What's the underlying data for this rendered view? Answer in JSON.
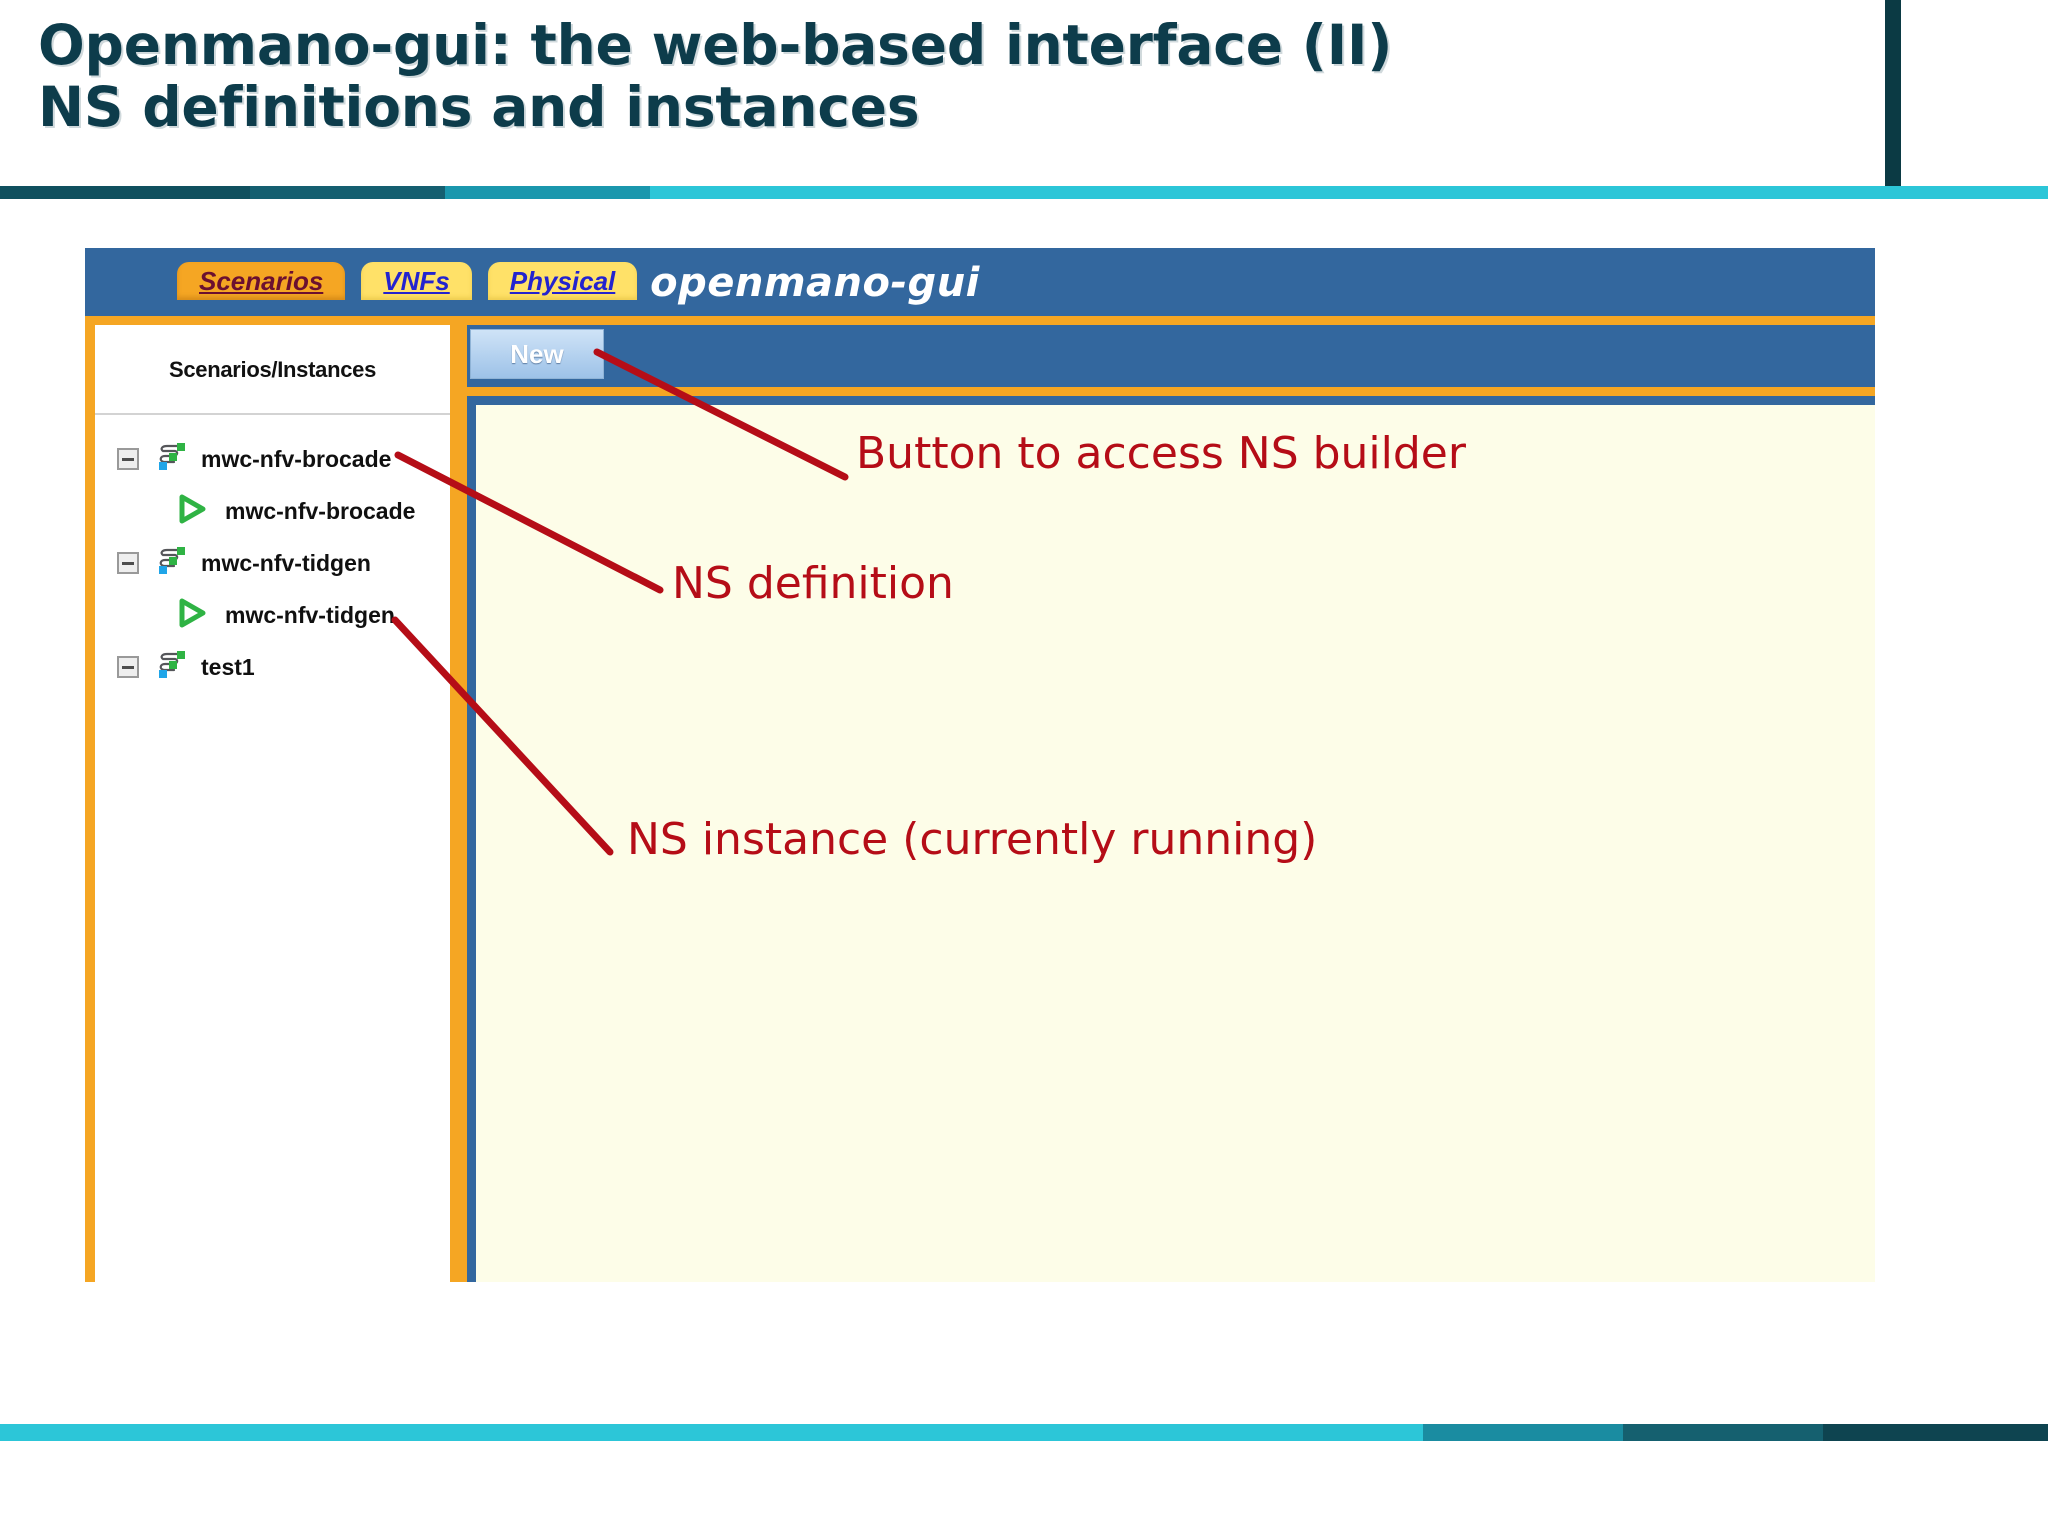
{
  "slide": {
    "title": "Openmano-gui: the web-based interface (II)\nNS definitions and instances",
    "title_color": "#0d3c4b"
  },
  "decor": {
    "top_band_colors": [
      "#10505e",
      "#155f70",
      "#1a97ad",
      "#2cc6d8"
    ],
    "bottom_band_colors": [
      "#2cc6d8",
      "#1a8ca1",
      "#15606f",
      "#0e4450"
    ],
    "title_rule_color": "#0b3a44"
  },
  "gui": {
    "logo": "openmano-gui",
    "header_color": "#33679e",
    "accent_color": "#f5a623",
    "content_bg": "#fdfde8",
    "tabs": [
      {
        "label": "Scenarios",
        "active": true
      },
      {
        "label": "VNFs",
        "active": false
      },
      {
        "label": "Physical",
        "active": false
      }
    ],
    "sidebar": {
      "title": "Scenarios/Instances",
      "tree": [
        {
          "type": "scenario",
          "label": "mwc-nfv-brocade",
          "icon": "network-topology-icon",
          "expander": "collapse-minus-icon"
        },
        {
          "type": "instance",
          "label": "mwc-nfv-brocade",
          "icon": "play-triangle-icon"
        },
        {
          "type": "scenario",
          "label": "mwc-nfv-tidgen",
          "icon": "network-topology-icon",
          "expander": "collapse-minus-icon"
        },
        {
          "type": "instance",
          "label": "mwc-nfv-tidgen",
          "icon": "play-triangle-icon"
        },
        {
          "type": "scenario",
          "label": "test1",
          "icon": "network-topology-icon",
          "expander": "collapse-minus-icon"
        }
      ]
    },
    "toolbar": {
      "new_label": "New"
    }
  },
  "annotations": {
    "color": "#b50d17",
    "items": [
      {
        "id": "builder",
        "text": "Button to access NS builder"
      },
      {
        "id": "definition",
        "text": "NS definition"
      },
      {
        "id": "instance",
        "text": "NS instance (currently running)"
      }
    ]
  }
}
